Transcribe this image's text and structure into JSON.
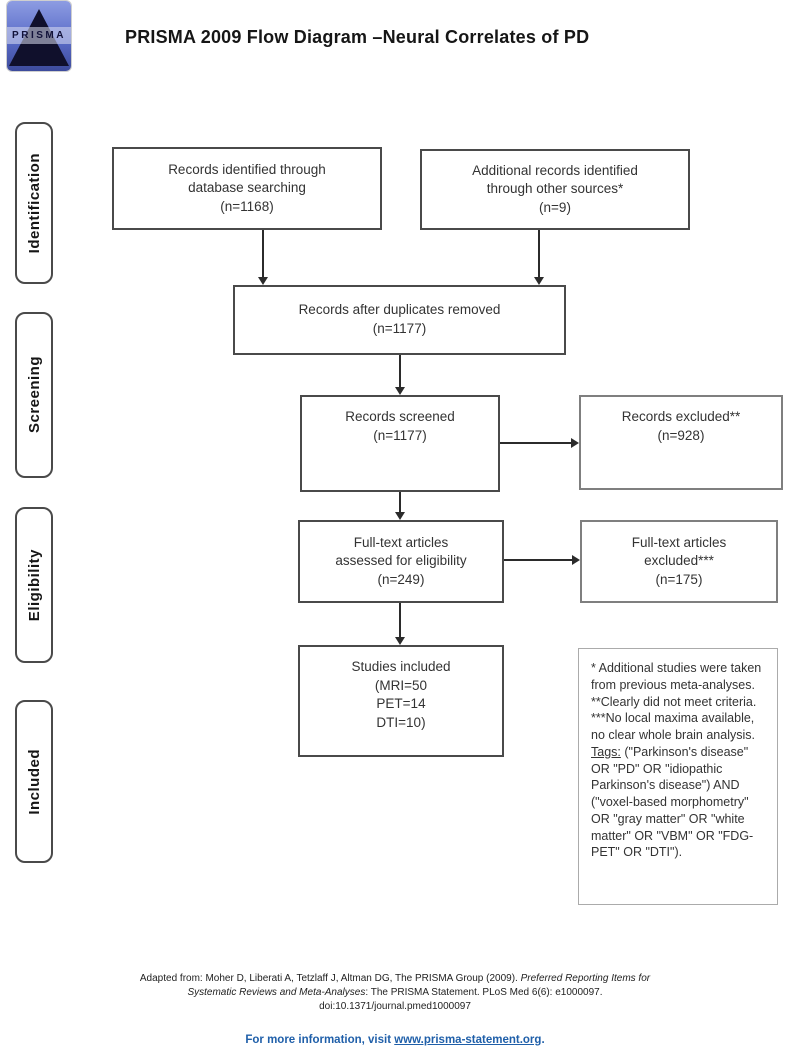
{
  "header": {
    "title": "PRISMA 2009 Flow Diagram –Neural Correlates of PD",
    "logo_text": "PRISMA"
  },
  "stages": [
    {
      "label": "Identification"
    },
    {
      "label": "Screening"
    },
    {
      "label": "Eligibility"
    },
    {
      "label": "Included"
    }
  ],
  "flow": {
    "identified": {
      "lines": [
        "Records identified through",
        "database searching",
        "(n=1168)"
      ]
    },
    "other_sources": {
      "lines": [
        "Additional records identified",
        "through other sources*",
        "(n=9)"
      ]
    },
    "duplicates_removed": {
      "lines": [
        "Records after duplicates removed",
        "(n=1177)"
      ]
    },
    "screened": {
      "lines": [
        "Records screened",
        "(n=1177)"
      ]
    },
    "records_excluded": {
      "lines": [
        "Records excluded**",
        "(n=928)"
      ]
    },
    "fulltext_assessed": {
      "lines": [
        "Full-text articles",
        "assessed for eligibility",
        "(n=249)"
      ]
    },
    "fulltext_excluded": {
      "lines": [
        "Full-text articles",
        "excluded***",
        "(n=175)"
      ]
    },
    "included_studies": {
      "lines": [
        "Studies included",
        "(MRI=50",
        "PET=14",
        "DTI=10)"
      ]
    }
  },
  "notes": {
    "para1": "* Additional studies were taken from previous meta-analyses.",
    "para2": "**Clearly did not meet criteria.",
    "para3": "***No local maxima available, no clear whole brain analysis.",
    "tags_label": "Tags:",
    "tags_text": " (\"Parkinson's disease\" OR \"PD\" OR \"idiopathic Parkinson's disease\") AND (\"voxel-based morphometry\" OR \"gray matter\" OR \"white matter\" OR \"VBM\" OR \"FDG-PET\" OR \"DTI\")."
  },
  "citation": {
    "line1_prefix": "Adapted from:  Moher D, Liberati A, Tetzlaff J, Altman DG, The PRISMA Group (2009). ",
    "line1_italic": "Preferred Reporting Items for",
    "line2_italic": "Systematic Reviews and Meta-Analyses",
    "line2_suffix": ": The PRISMA Statement. PLoS Med 6(6): e1000097.",
    "line3": "doi:10.1371/journal.pmed1000097"
  },
  "footer": {
    "text": "For more information, visit ",
    "link": "www.prisma-statement.org",
    "suffix": "."
  },
  "colors": {
    "link_blue": "#1F5FA9",
    "logo_blue": "#5A6CC8",
    "logo_prism_dark": "#10102C",
    "box_border_dark": "#4A4A4A",
    "box_border_gray": "#7F7F7F"
  }
}
